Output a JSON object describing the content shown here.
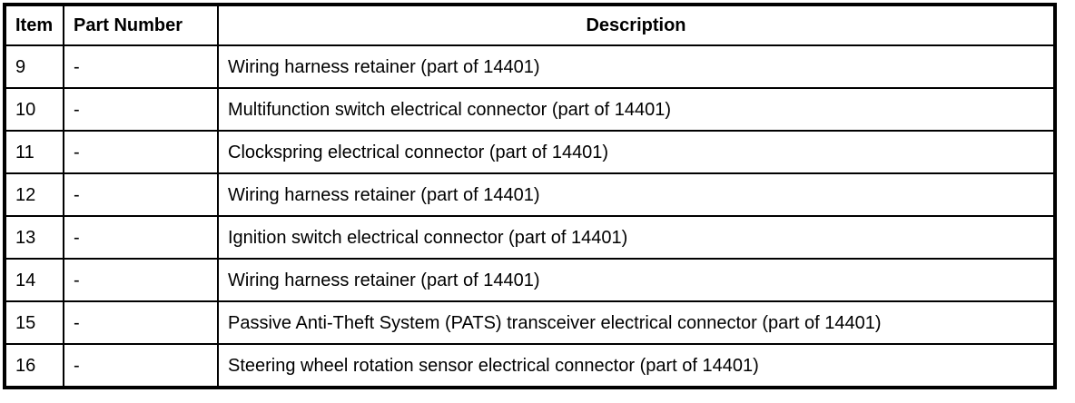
{
  "table": {
    "columns": [
      "Item",
      "Part Number",
      "Description"
    ],
    "rows": [
      {
        "item": "9",
        "part_number": "-",
        "description": "Wiring harness retainer (part of 14401)"
      },
      {
        "item": "10",
        "part_number": "-",
        "description": "Multifunction switch electrical connector (part of 14401)"
      },
      {
        "item": "11",
        "part_number": "-",
        "description": "Clockspring electrical connector (part of 14401)"
      },
      {
        "item": "12",
        "part_number": "-",
        "description": "Wiring harness retainer (part of 14401)"
      },
      {
        "item": "13",
        "part_number": "-",
        "description": "Ignition switch electrical connector (part of 14401)"
      },
      {
        "item": "14",
        "part_number": "-",
        "description": "Wiring harness retainer (part of 14401)"
      },
      {
        "item": "15",
        "part_number": "-",
        "description": "Passive Anti-Theft System (PATS) transceiver electrical connector (part of 14401)"
      },
      {
        "item": "16",
        "part_number": "-",
        "description": "Steering wheel rotation sensor electrical connector (part of 14401)"
      }
    ],
    "colors": {
      "border": "#000000",
      "background": "#ffffff",
      "text": "#000000"
    }
  }
}
